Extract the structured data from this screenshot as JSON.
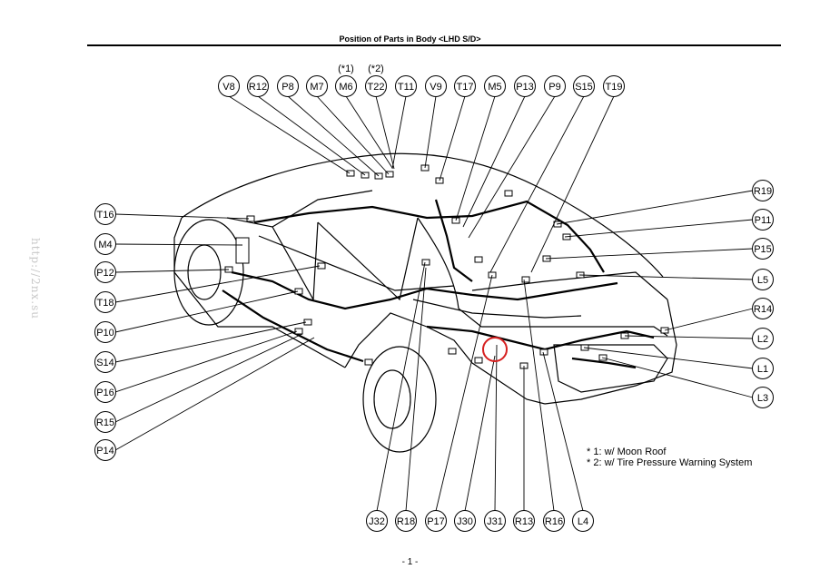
{
  "title": "Position of Parts in Body <LHD S/D>",
  "page_number": "- 1 -",
  "watermark": "http://2nx.su",
  "highlight_color": "#d62020",
  "top_labels": [
    "V8",
    "R12",
    "P8",
    "M7",
    "M6",
    "T22",
    "T11",
    "V9",
    "T17",
    "M5",
    "P13",
    "P9",
    "S15",
    "T19"
  ],
  "top_sublabels": {
    "M6": "(*1)",
    "T22": "(*2)"
  },
  "left_labels": [
    "T16",
    "M4",
    "P12",
    "T18",
    "P10",
    "S14",
    "P16",
    "R15",
    "P14"
  ],
  "right_labels": [
    "R19",
    "P11",
    "P15",
    "L5",
    "R14",
    "L2",
    "L1",
    "L3"
  ],
  "bottom_labels": [
    "J32",
    "R18",
    "P17",
    "J30",
    "J31",
    "R13",
    "R16",
    "L4"
  ],
  "notes": [
    "* 1: w/ Moon Roof",
    "* 2: w/ Tire Pressure Warning System"
  ]
}
